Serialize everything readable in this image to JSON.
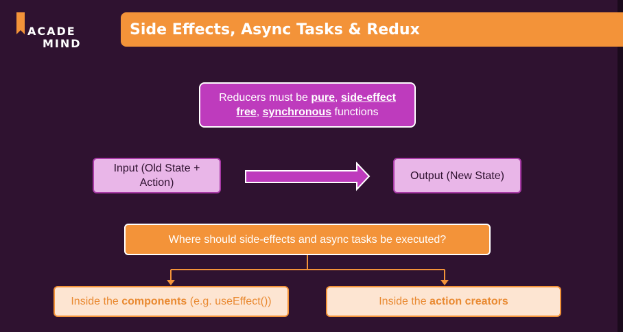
{
  "logo": {
    "line1": "ACADE",
    "line2": "MIND"
  },
  "title": "Side Effects, Async Tasks & Redux",
  "reducers_box": {
    "prefix": "Reducers must be ",
    "pure": "pure",
    "comma1": ", ",
    "side_effect": "side-effect",
    "free": "free",
    "comma2": ", ",
    "synchronous": "synchronous",
    "suffix": " functions"
  },
  "input_box": {
    "line1": "Input (Old State +",
    "line2": "Action)"
  },
  "output_box": {
    "label": "Output (New State)"
  },
  "question_box": {
    "label": "Where should side-effects and async tasks be executed?"
  },
  "options": {
    "components": {
      "prefix": "Inside the ",
      "bold": "components",
      "suffix": " (e.g. useEffect())"
    },
    "action_creators": {
      "prefix": "Inside the ",
      "bold": "action creators"
    }
  },
  "colors": {
    "background": "#2f1230",
    "orange": "#f39339",
    "magenta": "#be3bbd",
    "light_pink": "#e9b6e8",
    "peach": "#fde5d2"
  }
}
